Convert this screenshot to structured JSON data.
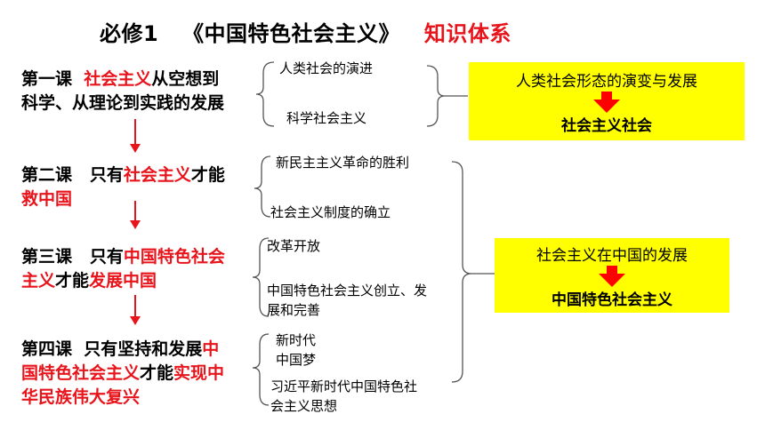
{
  "title": {
    "course": "必修1",
    "book": "《中国特色社会主义》",
    "topic": "知识体系"
  },
  "lessons": [
    {
      "line1": [
        {
          "text": "第一课  ",
          "red": false
        },
        {
          "text": "社会主义",
          "red": true
        },
        {
          "text": "从空想到",
          "red": false
        }
      ],
      "line2": [
        {
          "text": "科学、从理论到实践的发展",
          "red": false
        }
      ]
    },
    {
      "line1": [
        {
          "text": "第二课   只有",
          "red": false
        },
        {
          "text": "社会主义",
          "red": true
        },
        {
          "text": "才能",
          "red": false
        }
      ],
      "line2": [
        {
          "text": "救中国",
          "red": true
        }
      ]
    },
    {
      "line1": [
        {
          "text": "第三课   只有",
          "red": false
        },
        {
          "text": "中国特色社会",
          "red": true
        }
      ],
      "line2": [
        {
          "text": "主义",
          "red": true
        },
        {
          "text": "才能",
          "red": false
        },
        {
          "text": "发展中国",
          "red": true
        }
      ]
    },
    {
      "line1": [
        {
          "text": "第四课  只有坚持和发展",
          "red": false
        },
        {
          "text": "中",
          "red": true
        }
      ],
      "line2": [
        {
          "text": "国特色社会主义",
          "red": true
        },
        {
          "text": "才能",
          "red": false
        },
        {
          "text": "实现中",
          "red": true
        }
      ],
      "line3": [
        {
          "text": "华民族伟大复兴",
          "red": true
        }
      ]
    }
  ],
  "subtopics": {
    "l1a": "人类社会的演进",
    "l1b": "科学社会主义",
    "l2a": "新民主主义革命的胜利",
    "l2b": "社会主义制度的确立",
    "l3a": "改革开放",
    "l3b1": "中国特色社会主义创立、发",
    "l3b2": "展和完善",
    "l4a1": "新时代",
    "l4a2": "中国梦",
    "l4b1": "习近平新时代中国特色社",
    "l4b2": "会主义思想"
  },
  "boxes": {
    "top": {
      "line1": "人类社会形态的演变与发展",
      "line2": "社会主义社会"
    },
    "bottom": {
      "line1": "社会主义在中国的发展",
      "line2": "中国特色社会主义"
    }
  },
  "colors": {
    "accent_red": "#e8141b",
    "highlight_yellow": "#ffff00",
    "arrow_red": "#ff0000"
  }
}
